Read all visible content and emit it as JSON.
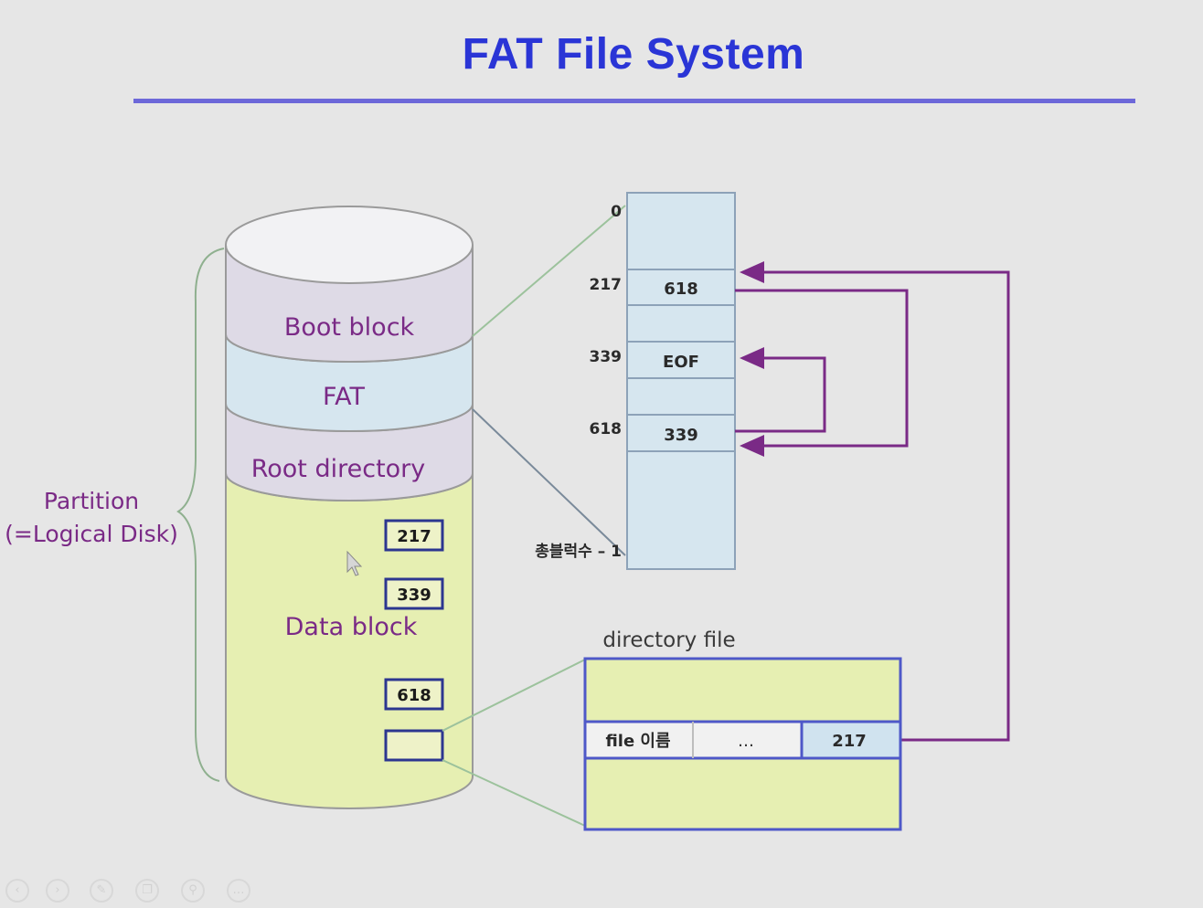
{
  "slide": {
    "title": "FAT File System"
  },
  "disk": {
    "sections": [
      "Boot block",
      "FAT",
      "Root directory",
      "Data block"
    ],
    "partition_label_line1": "Partition",
    "partition_label_line2": "(=Logical Disk)",
    "block_numbers": [
      "217",
      "339",
      "618",
      ""
    ]
  },
  "fat_table": {
    "index_labels": [
      "0",
      "217",
      "339",
      "618",
      "총블럭수 – 1"
    ],
    "entries": [
      "618",
      "EOF",
      "339"
    ]
  },
  "directory_file": {
    "title": "directory file",
    "columns": [
      "file 이름",
      "…",
      "217"
    ]
  },
  "colors": {
    "title": "#2a35d6",
    "label": "#7a2a86",
    "arrow": "#7a2a86",
    "fat_fill": "#d6e6ef",
    "data_fill": "#e6efb2",
    "table_border": "#4e58c8"
  },
  "controls": [
    "back-icon",
    "play-icon",
    "pen-icon",
    "copy-icon",
    "zoom-icon",
    "more-icon"
  ]
}
